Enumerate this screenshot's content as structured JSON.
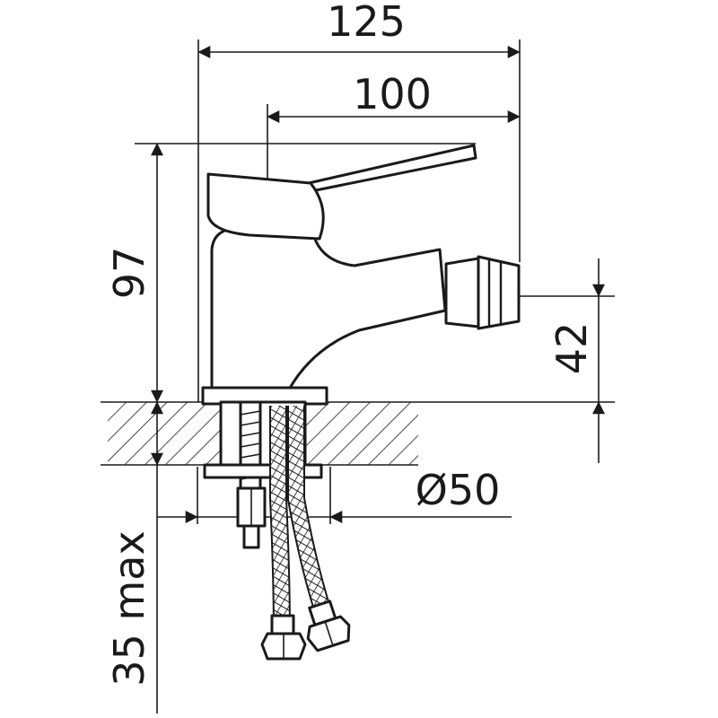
{
  "dimensions": {
    "overall_width": "125",
    "spout_reach": "100",
    "height": "97",
    "outlet_height": "42",
    "base_diameter": "Ø50",
    "max_thickness": "35 max"
  },
  "colors": {
    "line": "#1a1a1a",
    "background": "#ffffff"
  }
}
